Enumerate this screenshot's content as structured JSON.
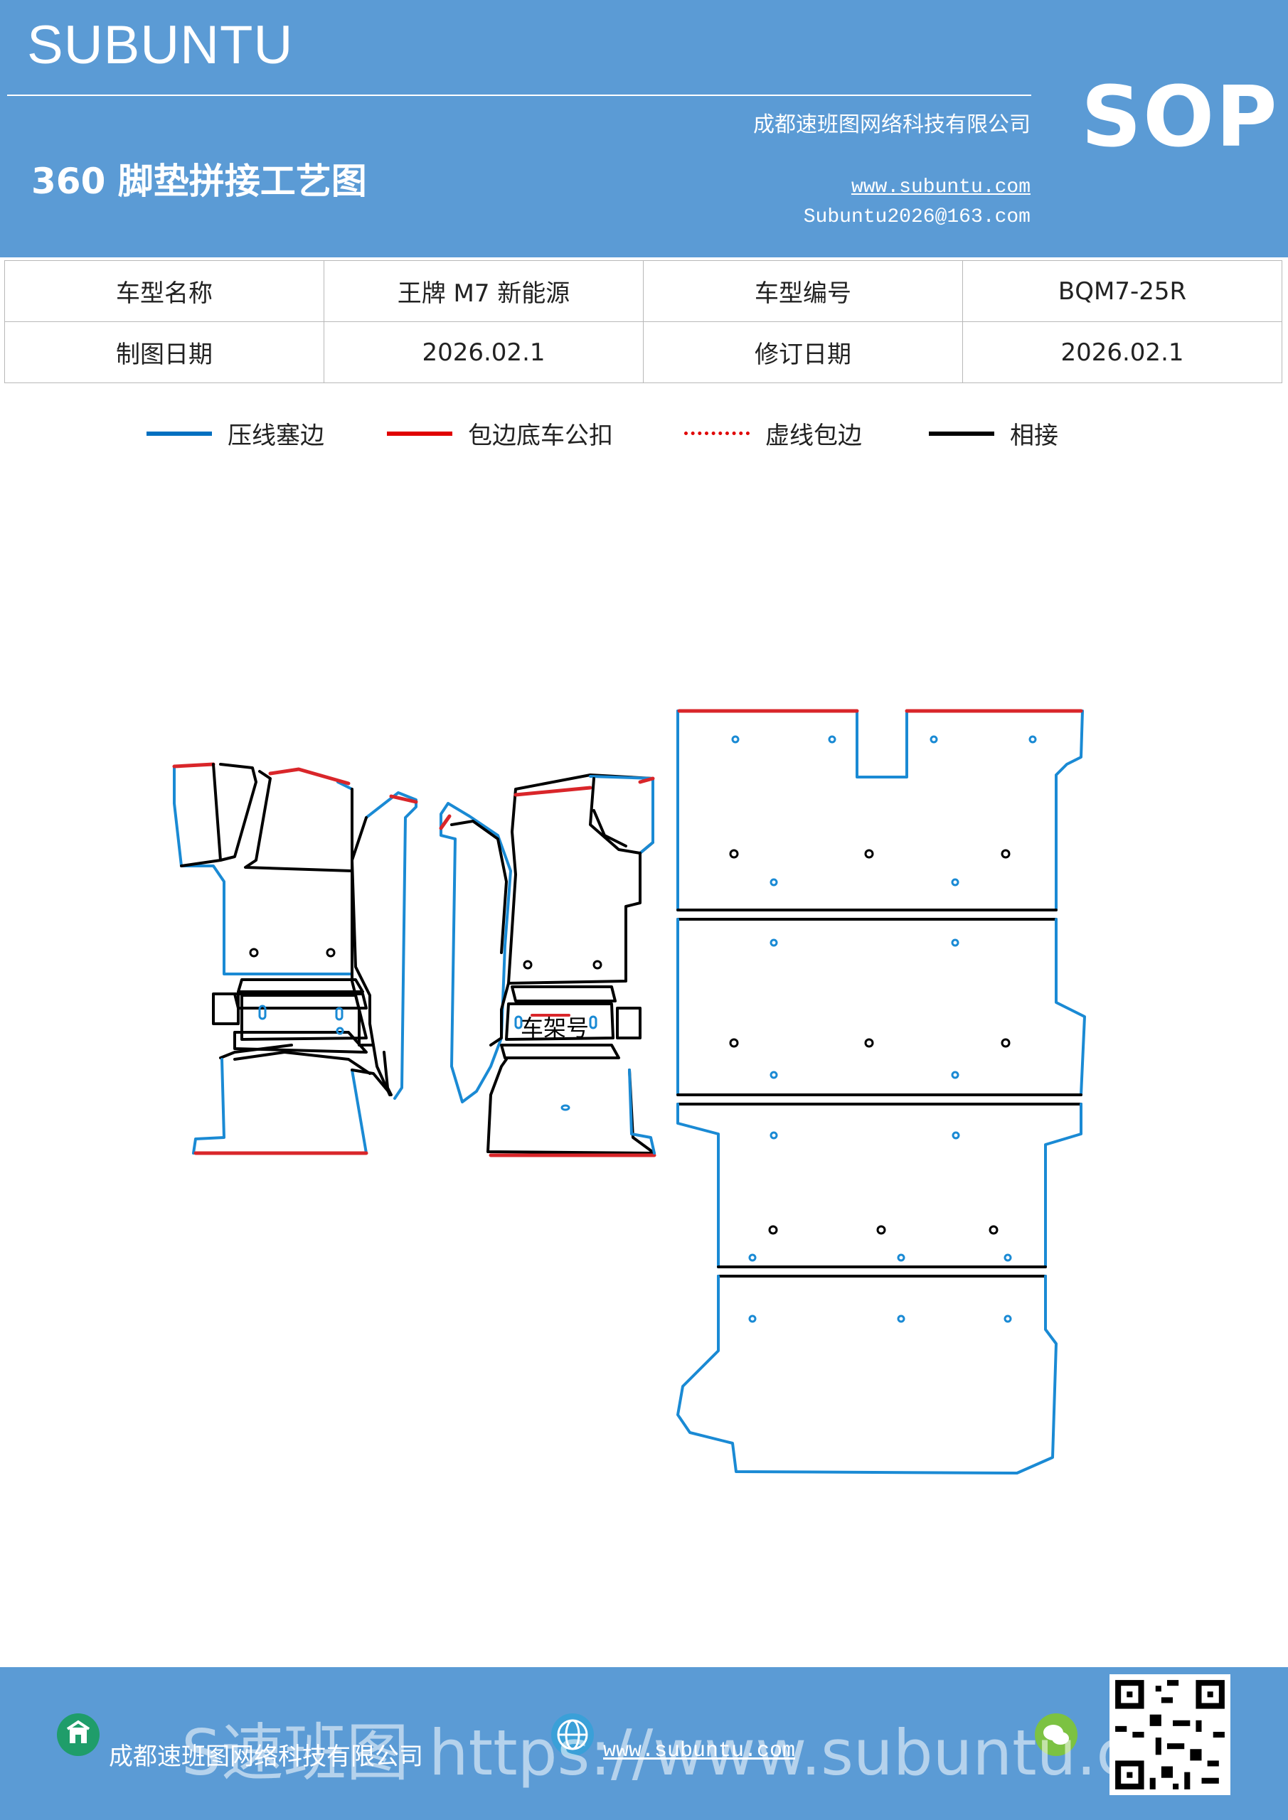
{
  "header": {
    "brand": "SUBUNTU",
    "badge": "SOP",
    "company": "成都速班图网络科技有限公司",
    "title": "360 脚垫拼接工艺图",
    "website": "www.subuntu.com",
    "email": "Subuntu2026@163.com"
  },
  "info_table": {
    "rows": [
      [
        "车型名称",
        "王牌 M7 新能源",
        "车型编号",
        "BQM7-25R"
      ],
      [
        "制图日期",
        "2026.02.1",
        "修订日期",
        "2026.02.1"
      ]
    ]
  },
  "legend": [
    {
      "label": "压线塞边",
      "color": "#0070c0",
      "style": "solid"
    },
    {
      "label": "包边底车公扣",
      "color": "#e00000",
      "style": "solid"
    },
    {
      "label": "虚线包边",
      "color": "#e00000",
      "style": "dotted"
    },
    {
      "label": "相接",
      "color": "#000000",
      "style": "solid"
    }
  ],
  "diagram": {
    "frame_label": "车架号",
    "colors": {
      "press": "#1a8ad4",
      "wrap": "#d9262a",
      "joint": "#000000"
    }
  },
  "footer": {
    "company": "成都速班图网络科技有限公司",
    "website": "www.subuntu.com",
    "watermark": "S速班图 https://www.subuntu.com"
  }
}
